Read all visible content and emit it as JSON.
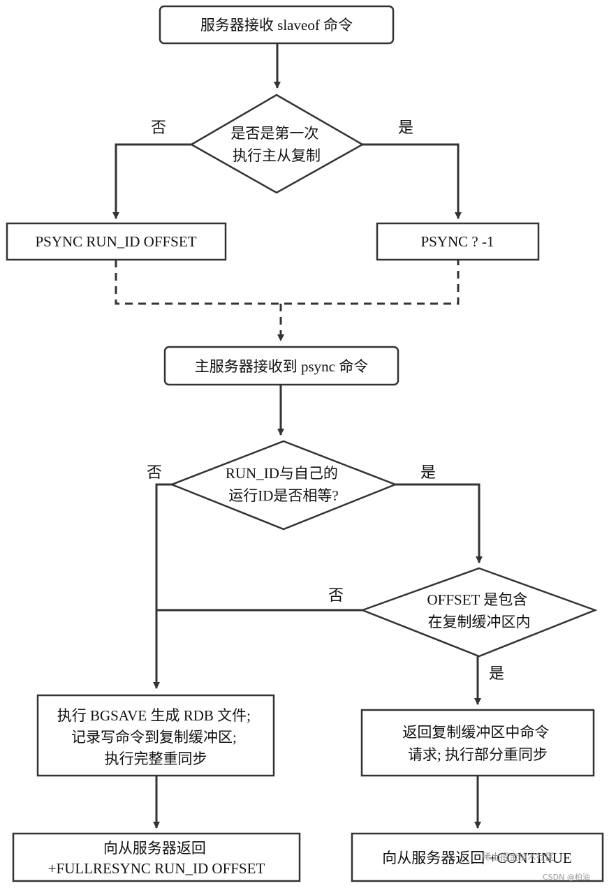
{
  "nodes": {
    "start": [
      "服务器接收 slaveof 命令"
    ],
    "first_decision": [
      "是否是第一次",
      "执行主从复制"
    ],
    "psync_runid": [
      "PSYNC RUN_ID OFFSET"
    ],
    "psync_first": [
      "PSYNC ? -1"
    ],
    "master_receive": [
      "主服务器接收到 psync 命令"
    ],
    "runid_decision": [
      "RUN_ID与自己的",
      "运行ID是否相等?"
    ],
    "offset_decision": [
      "OFFSET 是包含",
      "在复制缓冲区内"
    ],
    "full_sync": [
      "执行 BGSAVE 生成 RDB 文件;",
      "记录写命令到复制缓冲区;",
      "执行完整重同步"
    ],
    "partial_sync": [
      "返回复制缓冲区中命令",
      "请求; 执行部分重同步"
    ],
    "return_full": [
      "向从服务器返回",
      "+FULLRESYNC RUN_ID OFFSET"
    ],
    "return_continue": [
      "向从服务器返回 +CONTINUE"
    ]
  },
  "edge_labels": {
    "first_no": "否",
    "first_yes": "是",
    "runid_no": "否",
    "runid_yes": "是",
    "offset_no": "否",
    "offset_yes": "是"
  },
  "watermark": {
    "line1": "稀土掘金技术社区",
    "line2": "CSDN @柏油"
  },
  "colors": {
    "stroke": "#333333",
    "text": "#111111",
    "background": "#ffffff"
  }
}
